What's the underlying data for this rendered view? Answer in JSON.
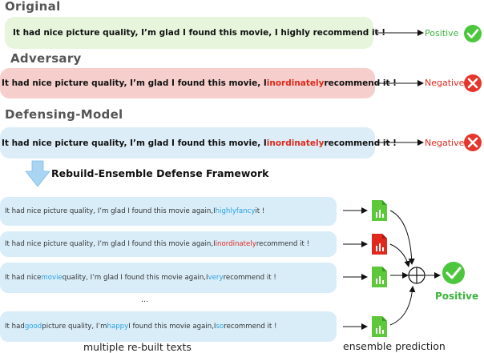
{
  "sections": {
    "original": "Original",
    "adversary": "Adversary",
    "defensing": "Defensing-Model"
  },
  "rows": {
    "original": {
      "text": "It had nice picture quality, I’m glad I found this movie, I highly recommend it !",
      "label": "Positive",
      "label_color": "#3cb43c"
    },
    "adversary": {
      "pre": "It had nice picture quality, I’m glad I found this movie, I ",
      "hl": "inordinately",
      "post": " recommend it !",
      "label": "Negative",
      "label_color": "#e0281c"
    },
    "defensing": {
      "pre": "It had nice picture quality, I’m glad I found this movie, I ",
      "hl": "inordinately",
      "post": " recommend it !",
      "label": "Negative",
      "label_color": "#e0281c"
    }
  },
  "framework_title": "Rebuild-Ensemble Defense Framework",
  "rebuilt": [
    {
      "p1": "It had nice picture quality, I’m glad I found this movie again,I ",
      "h1": "highly",
      "p2": " ",
      "h2": "fancy",
      "p3": " it !",
      "hl_type": "blue"
    },
    {
      "p1": "It had nice picture quality, I’m glad I found this movie again,I ",
      "h1": "inordinately",
      "p2": " recommend it !",
      "h2": "",
      "p3": "",
      "hl_type": "red"
    },
    {
      "p1": "It had nice ",
      "h1": "movie",
      "p2": " quality, I’m glad I found this movie again,I ",
      "h2": "very",
      "p3": " recommend it !",
      "hl_type": "blue"
    },
    {
      "p1": "It had ",
      "h1": "good",
      "p2": " picture quality, I’m ",
      "h2": "happy",
      "p3": " I found this movie again,I ",
      "h3": "so",
      "p4": " recommend it !",
      "hl_type": "blue"
    }
  ],
  "ellipsis": "...",
  "final_label": "Positive",
  "bottom_labels": {
    "left": "multiple re-built texts",
    "right": "ensemble prediction"
  },
  "colors": {
    "green_doc": "#5cc83a",
    "red_doc": "#e0281c",
    "check_green": "#4cc63c",
    "cross_red": "#e6352a",
    "highlight_blue": "#2a9fe0"
  }
}
